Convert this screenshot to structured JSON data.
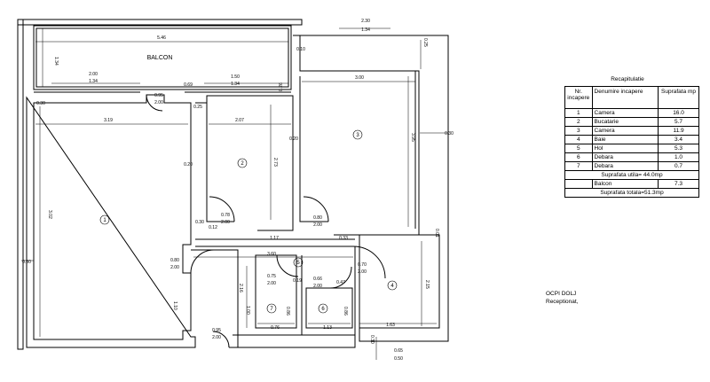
{
  "plan": {
    "balcon_label": "BALCON",
    "room_numbers": [
      "1",
      "2",
      "3",
      "4",
      "5",
      "6",
      "7"
    ],
    "dims": {
      "top_right_a": "2.30",
      "top_right_b": "1.34",
      "balcon_length": "5.46",
      "balcon_width": "1.34",
      "win_a_top": "2.00",
      "win_a_bot": "1.34",
      "win_b_top": "1.50",
      "win_b_bot": "1.34",
      "wall_069": "0.69",
      "door_bal_top": "0.95",
      "door_bal_bot": "2.00",
      "wall_030_a": "0.30",
      "wall_025": "0.25",
      "wall_026": "0.26",
      "wall_010": "0.10",
      "wall_025_b": "0.25",
      "room3_width": "3.00",
      "room3_height": "3.95",
      "wall_030_right": "0.30",
      "room1_width": "3.19",
      "room2_width": "2.07",
      "wall_020_a": "0.20",
      "room2_height": "2.73",
      "wall_020_b": "0.20",
      "room1_height": "3.02",
      "wall_030_left": "0.30",
      "wall_030_b": "0.30",
      "wall_012": "0.12",
      "door2_top": "0.78",
      "door2_bot": "2.00",
      "door3_top": "0.80",
      "door3_bot": "2.00",
      "hall_117": "1.17",
      "wall_033": "0.33",
      "wall_001": "0.01",
      "hall_length": "3.60",
      "door1_top": "0.80",
      "door1_bot": "2.00",
      "door4_top": "0.70",
      "door4_bot": "2.00",
      "door7_top": "0.75",
      "door7_bot": "2.00",
      "door6_top": "0.66",
      "door6_bot": "2.00",
      "wall_019": "0.19",
      "wall_047": "0.47",
      "hall_216": "2.16",
      "bath_215": "2.15",
      "wall_110": "1.10",
      "wall_100": "1.00",
      "debara_086": "0.86",
      "debara_086_b": "0.86",
      "debara7_w": "0.76",
      "debara6_w": "1.13",
      "bath_163": "1.63",
      "entry_top": "0.95",
      "entry_bot": "2.00",
      "wall_030_bottom": "0.30",
      "bottom_065": "0.65",
      "bottom_050": "0.50"
    }
  },
  "recap": {
    "title": "Recapitulatie",
    "headers": [
      "Nr. incapere",
      "Denumire incapere",
      "Suprafata mp"
    ],
    "rows": [
      [
        "1",
        "Camera",
        "16.0"
      ],
      [
        "2",
        "Bucatarie",
        "5.7"
      ],
      [
        "3",
        "Camera",
        "11.9"
      ],
      [
        "4",
        "Baie",
        "3.4"
      ],
      [
        "5",
        "Hol",
        "5.3"
      ],
      [
        "6",
        "Debara",
        "1.0"
      ],
      [
        "7",
        "Debara",
        "0.7"
      ]
    ],
    "util": "Suprafata utila= 44.0mp",
    "balcon_name": "Balcon",
    "balcon_area": "7.3",
    "total": "Suprafata totala=51.3mp"
  },
  "stamp": {
    "line1": "OCPI DOLJ",
    "line2": "Receptionat,"
  }
}
